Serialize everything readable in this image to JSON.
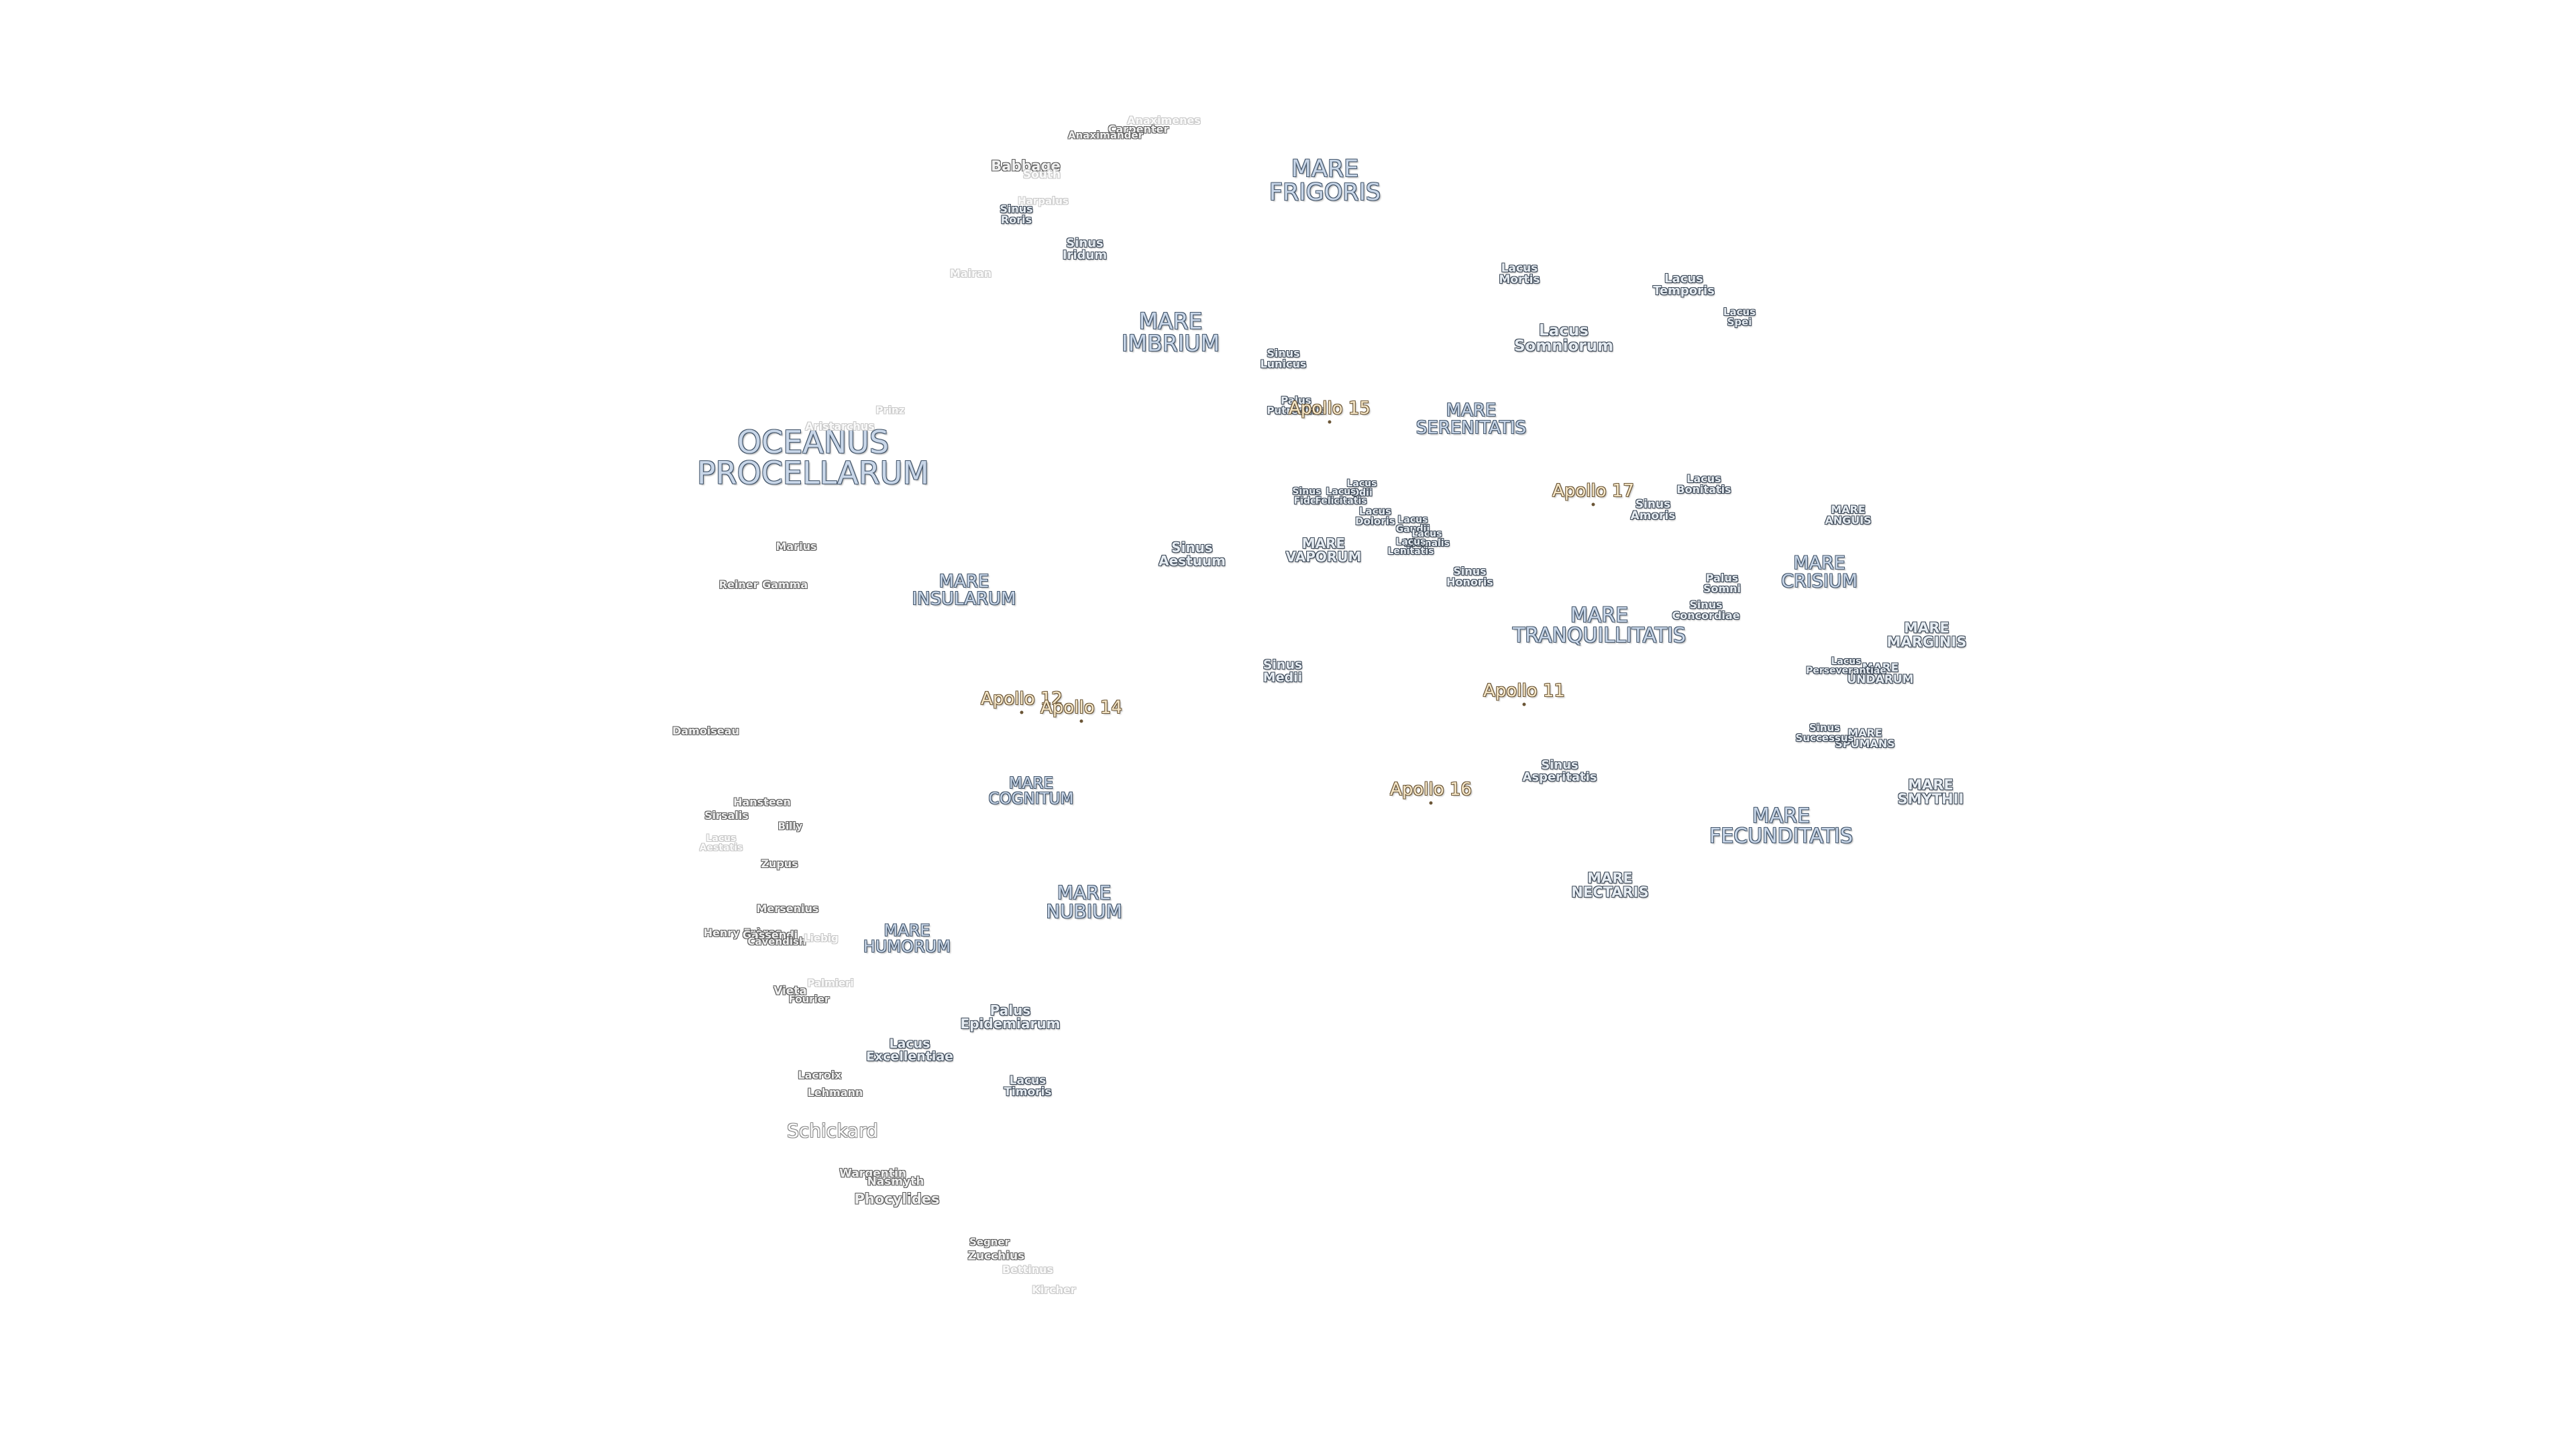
{
  "labels": [
    {
      "id": "mare-frigoris",
      "text": "MARE\nFRIGORIS",
      "style": "mare",
      "size": 35
    },
    {
      "id": "mare-imbrium",
      "text": "MARE\nIMBRIUM",
      "style": "mare",
      "size": 33
    },
    {
      "id": "oceanus-procellarum",
      "text": "OCEANUS\nPROCELLARUM",
      "style": "mare",
      "size": 46
    },
    {
      "id": "mare-serenitatis",
      "text": "MARE\nSERENITATIS",
      "style": "mare",
      "size": 26
    },
    {
      "id": "mare-insularum",
      "text": "MARE\nINSULARUM",
      "style": "mare",
      "size": 26
    },
    {
      "id": "mare-vaporum",
      "text": "MARE\nVAPORUM",
      "style": "small",
      "size": 20
    },
    {
      "id": "mare-tranquillitatis",
      "text": "MARE\nTRANQUILLITATIS",
      "style": "mare",
      "size": 30
    },
    {
      "id": "mare-crisium",
      "text": "MARE\nCRISIUM",
      "style": "mare",
      "size": 27
    },
    {
      "id": "mare-anguis",
      "text": "MARE\nANGUIS",
      "style": "small",
      "size": 16
    },
    {
      "id": "mare-marginis",
      "text": "MARE\nMARGINIS",
      "style": "small",
      "size": 21
    },
    {
      "id": "mare-undarum",
      "text": "MARE\nUNDARUM",
      "style": "small",
      "size": 17
    },
    {
      "id": "mare-spumans",
      "text": "MARE\nSPUMANS",
      "style": "small",
      "size": 16
    },
    {
      "id": "mare-smythii",
      "text": "MARE\nSMYTHII",
      "style": "small",
      "size": 21
    },
    {
      "id": "mare-fecunditatis",
      "text": "MARE\nFECUNDITATIS",
      "style": "mare",
      "size": 30
    },
    {
      "id": "mare-nectaris",
      "text": "MARE\nNECTARIS",
      "style": "small",
      "size": 21
    },
    {
      "id": "mare-cognitum",
      "text": "MARE\nCOGNITUM",
      "style": "mare",
      "size": 23
    },
    {
      "id": "mare-nubium",
      "text": "MARE\nNUBIUM",
      "style": "mare",
      "size": 28
    },
    {
      "id": "mare-humorum",
      "text": "MARE\nHUMORUM",
      "style": "mare",
      "size": 24
    },
    {
      "id": "sinus-roris",
      "text": "Sinus\nRoris",
      "style": "small",
      "size": 16
    },
    {
      "id": "sinus-iridum",
      "text": "Sinus\nIridum",
      "style": "small",
      "size": 18
    },
    {
      "id": "sinus-lunicus",
      "text": "Sinus\nLunicus",
      "style": "small",
      "size": 16
    },
    {
      "id": "palus-putredinis",
      "text": "Palus\nPutredinis",
      "style": "small",
      "size": 15
    },
    {
      "id": "lacus-mortis",
      "text": "Lacus\nMortis",
      "style": "small",
      "size": 17
    },
    {
      "id": "lacus-temporis",
      "text": "Lacus\nTemporis",
      "style": "small",
      "size": 18
    },
    {
      "id": "lacus-spei",
      "text": "Lacus\nSpei",
      "style": "small",
      "size": 15
    },
    {
      "id": "lacus-somniorum",
      "text": "Lacus\nSomniorum",
      "style": "small",
      "size": 23
    },
    {
      "id": "sinus-fidei",
      "text": "Sinus\nFidei",
      "style": "small",
      "size": 14
    },
    {
      "id": "lacus-odii",
      "text": "Lacus\nOdii",
      "style": "small",
      "size": 14
    },
    {
      "id": "lacus-felicitatis",
      "text": "Lacus\nFelicitatis",
      "style": "small",
      "size": 14
    },
    {
      "id": "lacus-doloris",
      "text": "Lacus\nDoloris",
      "style": "small",
      "size": 15
    },
    {
      "id": "lacus-gaudii",
      "text": "Lacus\nGaudii",
      "style": "small",
      "size": 14
    },
    {
      "id": "lacus-hiemalis",
      "text": "Lacus\nHiemalis",
      "style": "small",
      "size": 14
    },
    {
      "id": "lacus-lenitatis",
      "text": "Lacus\nLenitatis",
      "style": "small",
      "size": 14
    },
    {
      "id": "sinus-aestuum",
      "text": "Sinus\nAestuum",
      "style": "small",
      "size": 20
    },
    {
      "id": "sinus-amoris",
      "text": "Sinus\nAmoris",
      "style": "small",
      "size": 17
    },
    {
      "id": "lacus-bonitatis",
      "text": "Lacus\nBonitatis",
      "style": "small",
      "size": 16
    },
    {
      "id": "sinus-honoris",
      "text": "Sinus\nHonoris",
      "style": "small",
      "size": 16
    },
    {
      "id": "palus-somni",
      "text": "Palus\nSomni",
      "style": "small",
      "size": 16
    },
    {
      "id": "sinus-concordiae",
      "text": "Sinus\nConcordiae",
      "style": "small",
      "size": 16
    },
    {
      "id": "sinus-medii",
      "text": "Sinus\nMedii",
      "style": "small",
      "size": 19
    },
    {
      "id": "lacus-perseverantiae",
      "text": "Lacus\nPerseverantiae",
      "style": "small",
      "size": 14
    },
    {
      "id": "sinus-successus",
      "text": "Sinus\nSuccessus",
      "style": "small",
      "size": 15
    },
    {
      "id": "sinus-asperitatis",
      "text": "Sinus\nAsperitatis",
      "style": "small",
      "size": 18
    },
    {
      "id": "palus-epidemiarum",
      "text": "Palus\nEpidemiarum",
      "style": "small",
      "size": 20
    },
    {
      "id": "lacus-excellentiae",
      "text": "Lacus\nExcellentiae",
      "style": "small",
      "size": 19
    },
    {
      "id": "lacus-timoris",
      "text": "Lacus\nTimoris",
      "style": "small",
      "size": 17
    },
    {
      "id": "anaximenes",
      "text": "Anaximenes",
      "style": "faint",
      "size": 16
    },
    {
      "id": "carpenter",
      "text": "Carpenter",
      "style": "crater",
      "size": 16
    },
    {
      "id": "anaximander",
      "text": "Anaximander",
      "style": "crater",
      "size": 15
    },
    {
      "id": "babbage",
      "text": "Babbage",
      "style": "crater",
      "size": 21
    },
    {
      "id": "south",
      "text": "South",
      "style": "faint",
      "size": 17
    },
    {
      "id": "harpalus",
      "text": "Harpalus",
      "style": "faint",
      "size": 15
    },
    {
      "id": "mairan",
      "text": "Mairan",
      "style": "faint",
      "size": 16
    },
    {
      "id": "prinz",
      "text": "Prinz",
      "style": "faint",
      "size": 15
    },
    {
      "id": "aristarchus",
      "text": "Aristarchus",
      "style": "faint",
      "size": 16
    },
    {
      "id": "marius",
      "text": "Marius",
      "style": "crater",
      "size": 16
    },
    {
      "id": "reiner-gamma",
      "text": "Reiner Gamma",
      "style": "crater",
      "size": 16
    },
    {
      "id": "damoiseau",
      "text": "Damoiseau",
      "style": "crater",
      "size": 16
    },
    {
      "id": "hansteen",
      "text": "Hansteen",
      "style": "crater",
      "size": 16
    },
    {
      "id": "sirsalis",
      "text": "Sirsalis",
      "style": "crater",
      "size": 16
    },
    {
      "id": "billy",
      "text": "Billy",
      "style": "crater",
      "size": 15
    },
    {
      "id": "lacus-aestatis",
      "text": "Lacus\nAestatis",
      "style": "faint",
      "size": 14
    },
    {
      "id": "zupus",
      "text": "Zupus",
      "style": "crater",
      "size": 16
    },
    {
      "id": "mersenius",
      "text": "Mersenius",
      "style": "crater",
      "size": 16
    },
    {
      "id": "henry-freres",
      "text": "Henry Frères",
      "style": "crater",
      "size": 16
    },
    {
      "id": "gassendi",
      "text": "Gassendi",
      "style": "crater",
      "size": 16
    },
    {
      "id": "cavendish",
      "text": "Cavendish",
      "style": "crater",
      "size": 15
    },
    {
      "id": "liebig",
      "text": "Liebig",
      "style": "faint",
      "size": 15
    },
    {
      "id": "palmieri",
      "text": "Palmieri",
      "style": "faint",
      "size": 15
    },
    {
      "id": "vieta",
      "text": "Vieta",
      "style": "crater",
      "size": 17
    },
    {
      "id": "fourier",
      "text": "Fourier",
      "style": "crater",
      "size": 15
    },
    {
      "id": "lacroix",
      "text": "Lacroix",
      "style": "crater",
      "size": 16
    },
    {
      "id": "lehmann",
      "text": "Lehmann",
      "style": "crater",
      "size": 16
    },
    {
      "id": "schickard",
      "text": "Schickard",
      "style": "schick",
      "size": 28
    },
    {
      "id": "wargentin",
      "text": "Wargentin",
      "style": "crater",
      "size": 17
    },
    {
      "id": "nasmyth",
      "text": "Nasmyth",
      "style": "crater",
      "size": 17
    },
    {
      "id": "phocylides",
      "text": "Phocylides",
      "style": "crater",
      "size": 21
    },
    {
      "id": "segner",
      "text": "Segner",
      "style": "crater",
      "size": 15
    },
    {
      "id": "zucchius",
      "text": "Zucchius",
      "style": "crater",
      "size": 17
    },
    {
      "id": "bettinus",
      "text": "Bettinus",
      "style": "faint",
      "size": 16
    },
    {
      "id": "kircher",
      "text": "Kircher",
      "style": "faint",
      "size": 16
    },
    {
      "id": "apollo-15",
      "text": "Apollo 15",
      "style": "apollo",
      "size": 26
    },
    {
      "id": "apollo-17",
      "text": "Apollo 17",
      "style": "apollo",
      "size": 26
    },
    {
      "id": "apollo-12",
      "text": "Apollo 12",
      "style": "apollo",
      "size": 26
    },
    {
      "id": "apollo-14",
      "text": "Apollo 14",
      "style": "apollo",
      "size": 26
    },
    {
      "id": "apollo-11",
      "text": "Apollo 11",
      "style": "apollo",
      "size": 26
    },
    {
      "id": "apollo-16",
      "text": "Apollo 16",
      "style": "apollo",
      "size": 26
    }
  ]
}
